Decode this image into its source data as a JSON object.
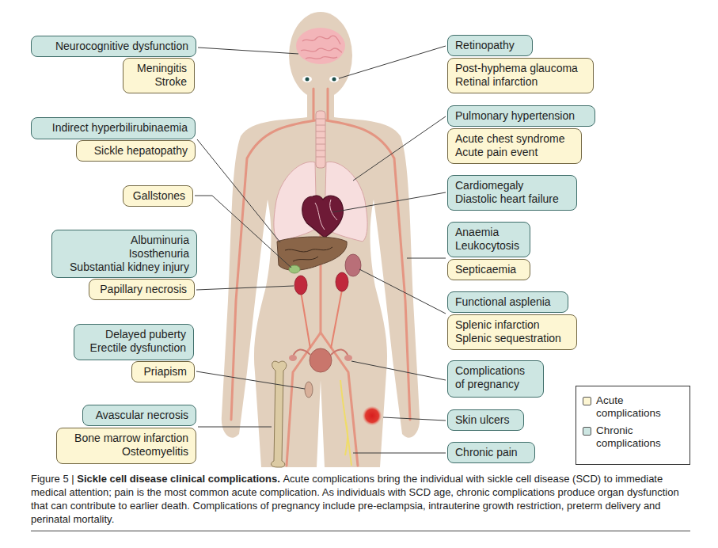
{
  "diagram": {
    "title": "Sickle cell disease clinical complications.",
    "caption": "Acute complications bring the individual with sickle cell disease (SCD) to immediate medical attention; pain is the most common acute complication. As individuals with SCD age, chronic complications produce organ dysfunction that can contribute to earlier death. Complications of pregnancy include pre-eclampsia, intrauterine growth restriction, preterm delivery and perinatal mortality.",
    "nodes": [
      {
        "text": [
          "Neurocognitive dysfunction"
        ]
      },
      {
        "text": [
          "Retinopathy"
        ]
      },
      {
        "text": [
          "Meningitis",
          "Stroke"
        ]
      },
      {
        "text": [
          "Post-hyphema glaucoma",
          "Retinal infarction"
        ]
      },
      {
        "text": [
          "Pulmonary hypertension"
        ]
      },
      {
        "text": [
          "Indirect hyperbilirubinaemia"
        ]
      },
      {
        "text": [
          "Acute chest syndrome",
          "Acute pain event"
        ]
      },
      {
        "text": [
          "Sickle hepatopathy"
        ]
      },
      {
        "text": [
          "Cardiomegaly",
          "Diastolic heart failure"
        ]
      },
      {
        "text": [
          "Gallstones"
        ]
      },
      {
        "text": [
          "Anaemia",
          "Leukocytosis"
        ]
      },
      {
        "text": [
          "Albuminuria",
          "Isosthenuria",
          "Substantial kidney injury"
        ]
      },
      {
        "text": [
          "Septicaemia"
        ]
      },
      {
        "text": [
          "Papillary necrosis"
        ]
      },
      {
        "text": [
          "Functional asplenia"
        ]
      },
      {
        "text": [
          "Splenic infarction",
          "Splenic sequestration"
        ]
      },
      {
        "text": [
          "Delayed puberty",
          "Erectile dysfunction"
        ]
      },
      {
        "text": [
          "Priapism"
        ]
      },
      {
        "text": [
          "Complications of pregnancy"
        ]
      },
      {
        "text": [
          "Avascular necrosis"
        ]
      },
      {
        "text": [
          "Skin ulcers"
        ]
      },
      {
        "text": [
          "Bone marrow infarction",
          "Osteomyelitis"
        ]
      },
      {
        "text": [
          "Chronic pain"
        ]
      }
    ],
    "labels": [
      "Figure 5 |"
    ],
    "legend": [
      {
        "text": "Acute complications",
        "color": "#fdf6d3"
      },
      {
        "text": "Chronic complications",
        "color": "#cde6e2"
      }
    ]
  }
}
